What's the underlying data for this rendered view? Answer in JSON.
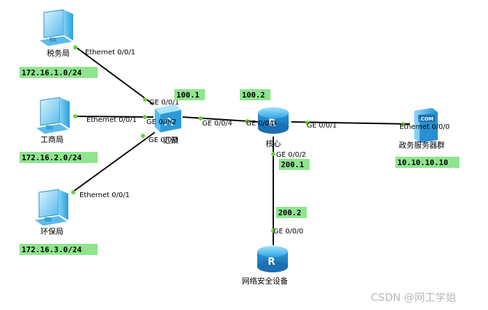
{
  "nodes": {
    "pc_tax": {
      "label": "税务局"
    },
    "pc_biz": {
      "label": "工商局"
    },
    "pc_env": {
      "label": "环保局"
    },
    "agg": {
      "label": "汇聚"
    },
    "core": {
      "label": "核心"
    },
    "server": {
      "label": "政务服务器群",
      "badge": ".COM"
    },
    "sec": {
      "label": "网络安全设备"
    }
  },
  "ports": {
    "tax_eth": "Ethernet 0/0/1",
    "agg_ge1": "GE 0/0/1",
    "biz_eth": "Ethernet 0/0/1",
    "agg_ge2": "GE 0/0/2",
    "agg_ge3": "GE 0/0/3",
    "env_eth": "Ethernet 0/0/1",
    "agg_ge4": "GE 0/0/4",
    "core_ge0": "GE 0/0/0",
    "core_ge1": "GE 0/0/1",
    "srv_eth": "Ethernet 0/0/0",
    "core_ge2": "GE 0/0/2",
    "sec_ge0": "GE 0/0/0"
  },
  "ips": {
    "tax": "172.16.1.0/24",
    "biz": "172.16.2.0/24",
    "env": "172.16.3.0/24",
    "agg_core": "100.1",
    "core_agg": "100.2",
    "core_sec": "200.1",
    "sec": "200.2",
    "server": "10.10.10.10"
  },
  "watermark": "CSDN @网工学姐",
  "colors": {
    "ip_bg": "#8ee58e",
    "link": "#000000",
    "port_dot": "#6fcf3c",
    "device_blue": "#3aa6e6"
  }
}
